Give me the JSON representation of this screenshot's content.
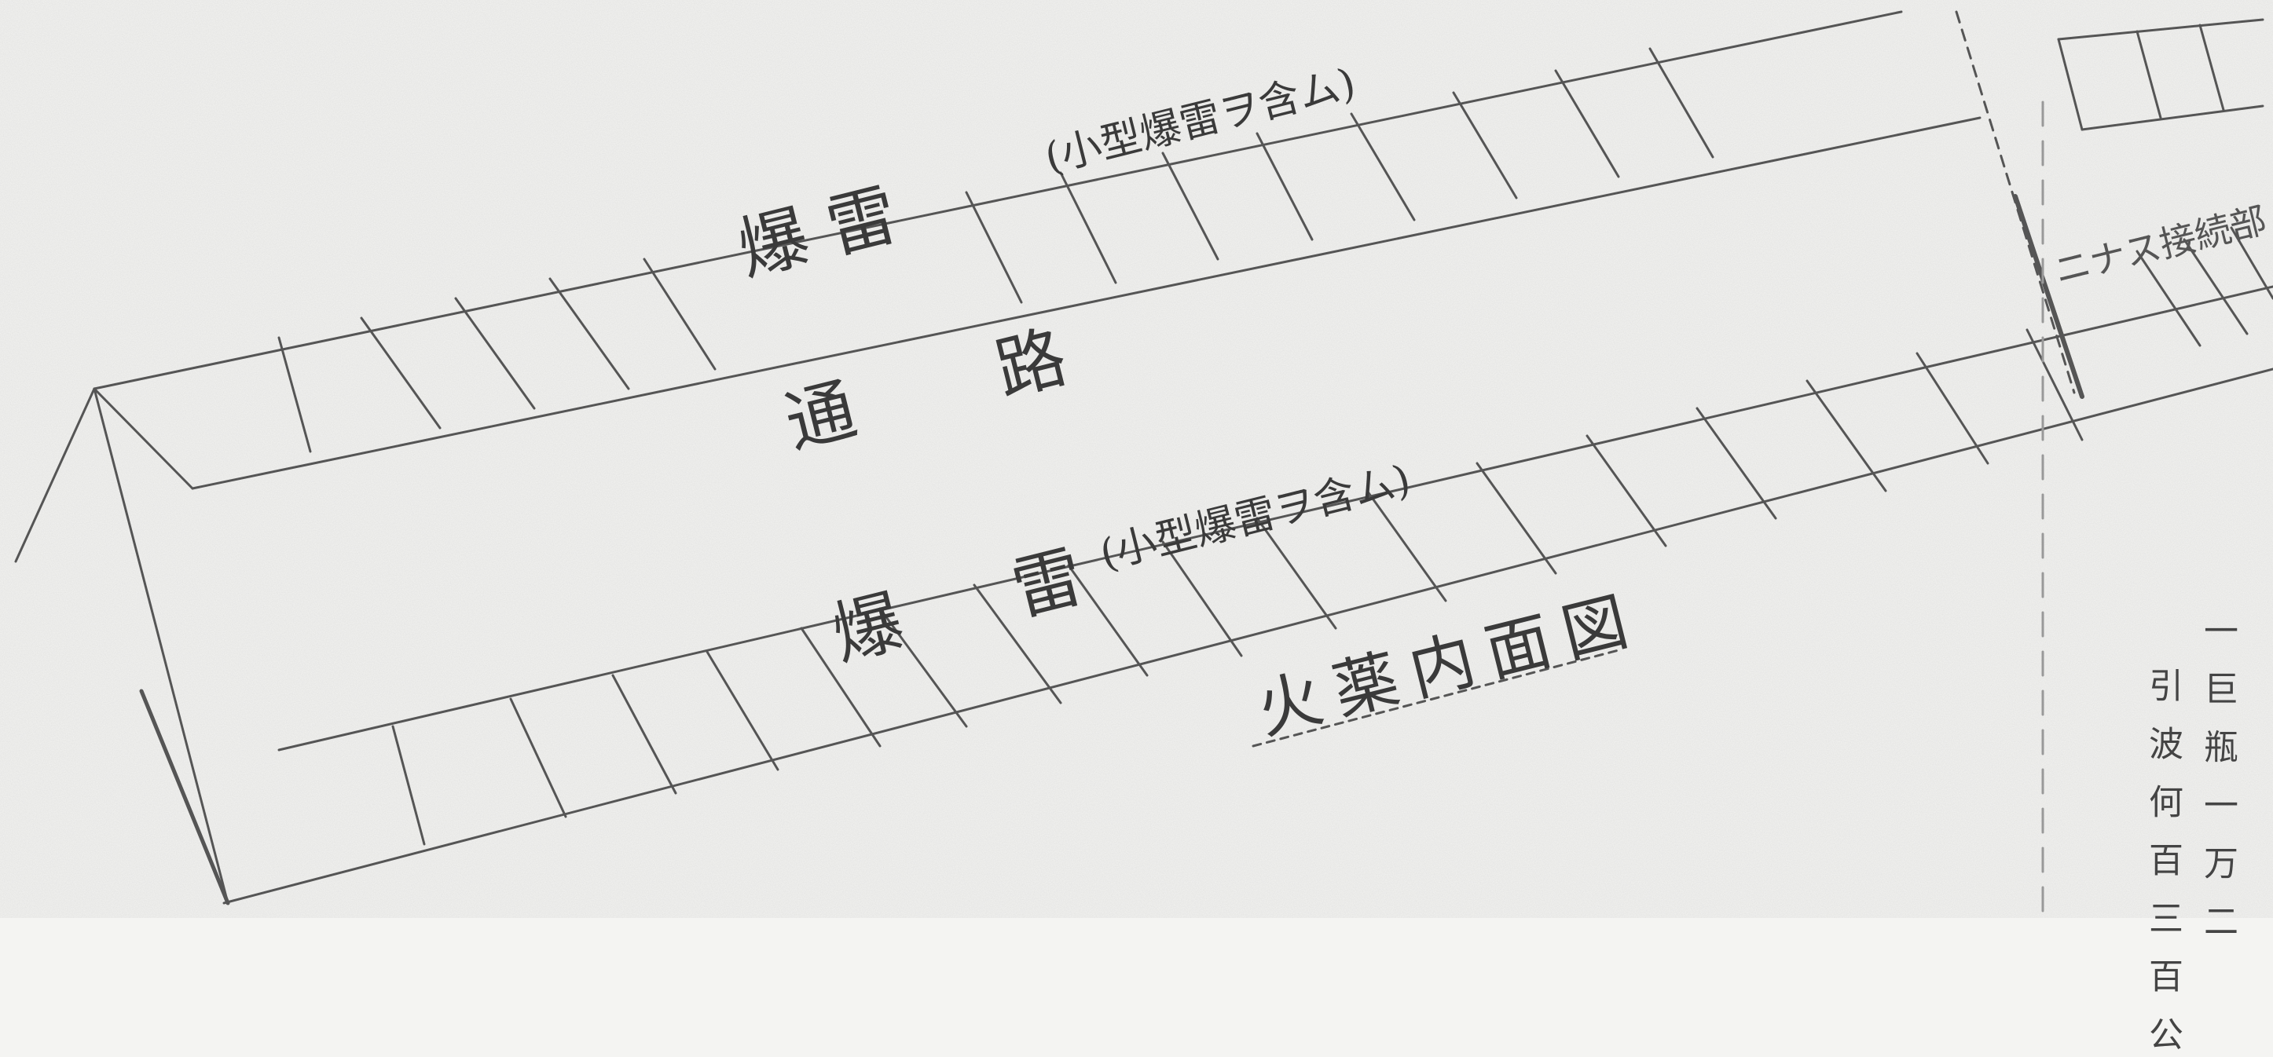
{
  "diagram": {
    "title": "火薬内面図",
    "labels": {
      "upper_charge": "爆 雷",
      "upper_note": "(小型爆雷ヲ含ム)",
      "passage": "通 路",
      "lower_charge": "爆 雷",
      "lower_note": "(小型爆雷ヲ含ム)",
      "side_note": "ニナス接続部",
      "margin_1": "一 巨 瓶 一 万 二",
      "margin_2": "引 波 何 百 三 百 公"
    },
    "colors": {
      "ink": "#3a3a3a",
      "paper": "#f4f4f2"
    }
  }
}
